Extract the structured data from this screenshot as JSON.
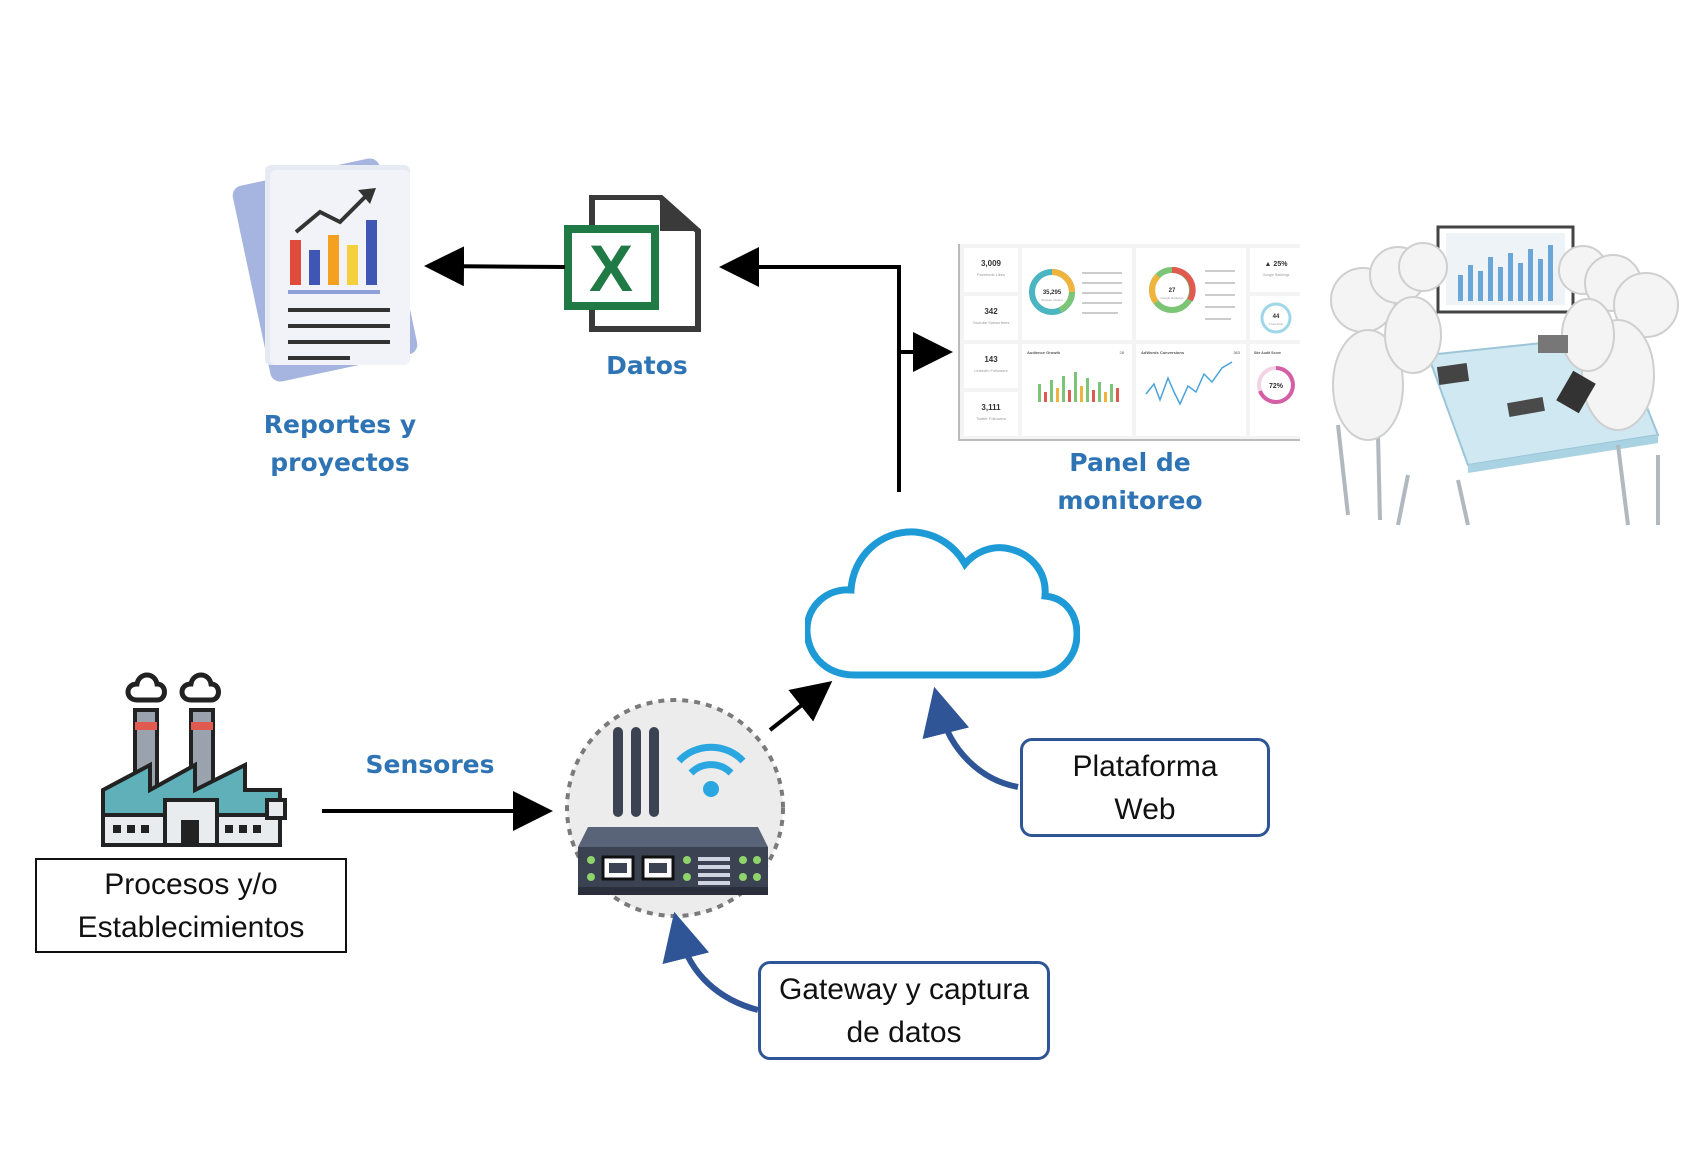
{
  "labels": {
    "reportes": "Reportes y proyectos",
    "datos": "Datos",
    "panel": "Panel de monitoreo",
    "sensores": "Sensores",
    "procesos": "Procesos y/o Establecimientos",
    "plataforma": "Plataforma Web",
    "gateway": "Gateway y captura de datos"
  },
  "dashboard": {
    "kpi1": "3,009",
    "kpi1_label": "Facebook Likes",
    "kpi2": "342",
    "kpi2_label": "Youtube Subscribers",
    "kpi3": "143",
    "kpi3_label": "LinkedIn Followers",
    "kpi4": "3,111",
    "kpi4_label": "Twitter Followers",
    "donut1": "35,295",
    "donut1_label": "Website Visitors",
    "donut2": "27",
    "donut2_label": "Google Rankings",
    "pct_top": "▲ 25%",
    "pct_top_label": "Google Rankings",
    "small_val": "44",
    "small_val_label": "Trust Flow",
    "audience_title": "Audience Growth",
    "audience_num": "28",
    "adwords_title": "AdWords Conversions",
    "adwords_num": "383",
    "audit_title": "Site Audit Score",
    "audit_pct": "72%"
  },
  "colors": {
    "accent_label": "#2e74b5",
    "cloud": "#1e9bd7",
    "curved_arrow": "#2f5597",
    "excel_green": "#1f7a45"
  }
}
